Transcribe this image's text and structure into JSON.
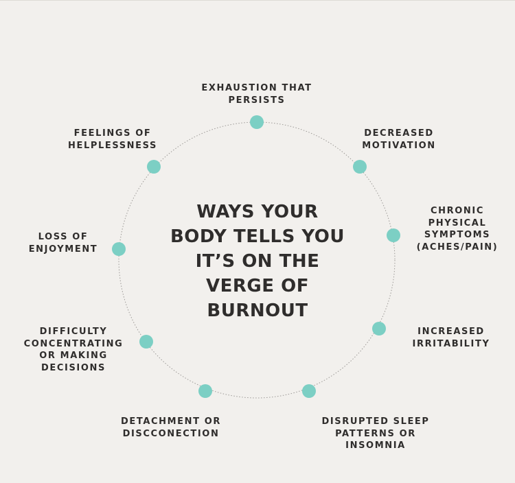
{
  "title_lines": [
    "WAYS YOUR",
    "BODY TELLS YOU",
    "IT’S ON THE",
    "VERGE OF",
    "BURNOUT"
  ],
  "colors": {
    "background": "#f2f0ed",
    "dot": "#7ccfc4",
    "text": "#2f2d2c",
    "ring": "#9b9895"
  },
  "labels": {
    "exhaustion": [
      "EXHAUSTION THAT",
      "PERSISTS"
    ],
    "motivation": [
      "DECREASED",
      "MOTIVATION"
    ],
    "chronic": [
      "CHRONIC",
      "PHYSICAL",
      "SYMPTOMS",
      "(ACHES/PAIN)"
    ],
    "irritability": [
      "INCREASED",
      "IRRITABILITY"
    ],
    "sleep": [
      "DISRUPTED SLEEP",
      "PATTERNS OR",
      "INSOMNIA"
    ],
    "detachment": [
      "DETACHMENT OR",
      "DISCCONECTION"
    ],
    "concentration": [
      "DIFFICULTY",
      "CONCENTRATING",
      "OR MAKING",
      "DECISIONS"
    ],
    "enjoyment": [
      "LOSS OF",
      "ENJOYMENT"
    ],
    "helplessness": [
      "FEELINGS OF",
      "HELPLESSNESS"
    ]
  }
}
